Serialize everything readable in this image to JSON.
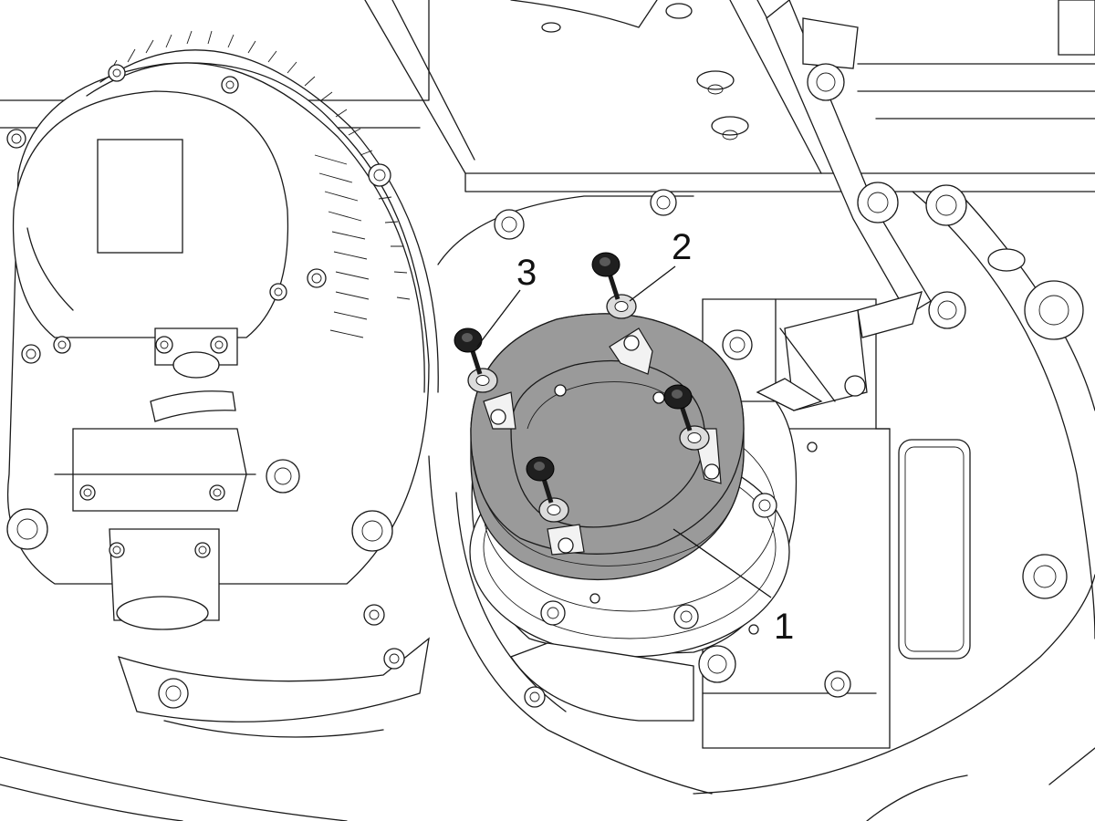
{
  "callouts": [
    {
      "label": "1",
      "part": "ring"
    },
    {
      "label": "2",
      "part": "washer"
    },
    {
      "label": "3",
      "part": "screw"
    }
  ],
  "colors": {
    "ring": "#9a9a9a",
    "screw": "#1f1f1f",
    "washer": "#dcdcdc",
    "line": "#1a1a1a"
  }
}
